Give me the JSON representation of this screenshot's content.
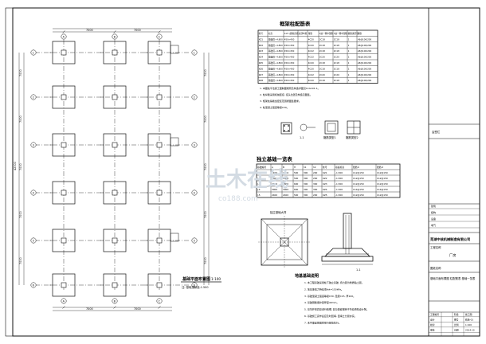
{
  "plan": {
    "title": "基础平面布置图",
    "scale": "1:100",
    "axes_vertical": [
      "1",
      "2",
      "3",
      "4",
      "5",
      "6",
      "7"
    ],
    "axes_horizontal": [
      "A",
      "B",
      "C",
      "D"
    ],
    "dim_top": [
      "7000",
      "7000",
      "7000"
    ],
    "dim_left": [
      "7000",
      "7000",
      "7000",
      "7000",
      "7000",
      "7000"
    ],
    "dim_total": "42000",
    "note": "注: 基础顶标高-1.500"
  },
  "column_table": {
    "title": "框架柱配筋表",
    "headers": [
      "柱号",
      "标高",
      "b×h (圆柱直径)",
      "全部纵筋",
      "角筋",
      "b边一侧中部筋",
      "h边一侧中部筋",
      "箍筋类型号",
      "箍筋"
    ],
    "rows": [
      [
        "KZ1",
        "基础顶~4.800",
        "450×450",
        "",
        "4C20",
        "2C18",
        "2C18",
        "1",
        "A8@100/200"
      ],
      [
        "KZ2",
        "基础顶~4.800",
        "450×450",
        "",
        "4C20",
        "2C18",
        "2C18",
        "1",
        "A8@100/200"
      ],
      [
        "KZ3",
        "基础顶~4.800",
        "450×450",
        "",
        "4C22",
        "2C18",
        "2C18",
        "1",
        "A8@100/200"
      ],
      [
        "KZ4",
        "基础顶~4.800",
        "450×450",
        "",
        "4C22",
        "2C20",
        "2C20",
        "1",
        "A8@100/200"
      ],
      [
        "KZ5",
        "基础顶~4.800",
        "450×450",
        "",
        "4C20",
        "2C18",
        "2C18",
        "1",
        "A8@100/200"
      ],
      [
        "KZ6",
        "基础顶~4.800",
        "450×450",
        "",
        "4C20",
        "2C18",
        "2C18",
        "1",
        "A8@100/200"
      ],
      [
        "KZ7",
        "基础顶~4.800",
        "450×450",
        "",
        "4C22",
        "2C20",
        "2C20",
        "1",
        "A8@100/200"
      ],
      [
        "KZ8",
        "基础顶~4.800",
        "450×450",
        "",
        "4C20",
        "2C18",
        "2C18",
        "1",
        "A8@100/200"
      ]
    ],
    "notes": [
      "1. 本图柱平法施工图制图规则及构造详图见11G101-1。",
      "2. 柱纵筋采用机械连接, 接头位置及构造见图集。",
      "3. 框架柱箍筋加密区范围按图集要求。",
      "4. 柱混凝土强度等级C30。"
    ]
  },
  "section_labels": [
    "1-1",
    "箍筋类型1",
    "箍筋类型2"
  ],
  "footing_table": {
    "title": "独立基础一览表",
    "headers": [
      "基础编号",
      "A",
      "B",
      "H",
      "h1",
      "h2",
      "柱号",
      "基底标高",
      "配筋①",
      "配筋②"
    ],
    "rows": [
      [
        "J-1",
        "2400",
        "2400",
        "500",
        "300",
        "200",
        "KZ1",
        "-1.500",
        "C12@150",
        "C12@150"
      ],
      [
        "J-2",
        "2600",
        "2600",
        "500",
        "300",
        "200",
        "KZ2",
        "-1.500",
        "C12@150",
        "C12@150"
      ],
      [
        "J-3",
        "2800",
        "2800",
        "600",
        "300",
        "300",
        "KZ3",
        "-1.500",
        "C12@150",
        "C12@150"
      ],
      [
        "J-4",
        "3000",
        "3000",
        "600",
        "300",
        "300",
        "KZ4",
        "-1.500",
        "C14@150",
        "C14@150"
      ],
      [
        "J-5",
        "2400",
        "2400",
        "500",
        "300",
        "200",
        "KZ5",
        "-1.500",
        "C12@150",
        "C12@150"
      ]
    ]
  },
  "footing_detail": {
    "plan_label": "独立基础大样",
    "section_label": "1-1",
    "notes_title": "地基基础说明",
    "notes": [
      "1. 本工程基础采用柱下独立基础, 持力层为粉质粘土层。",
      "2. 地基承载力特征值fak=150kPa。",
      "3. 基础混凝土强度等级C30, 垫层C15, 厚100。",
      "4. 基础钢筋保护层厚度40mm。",
      "5. 基坑开挖后应进行验槽, 如与勘察报告不符应通知设计院。",
      "6. 基础施工完毕后应及时回填, 回填土分层夯实。",
      "7. 未尽事宜按国家现行规范执行。"
    ]
  },
  "title_block": {
    "top_label": "会签栏",
    "rows_small": [
      "建筑",
      "结构",
      "设备",
      "电气"
    ],
    "company": "芜湖中核机械制造有限公司",
    "project_label": "工程名称",
    "project": "厂房",
    "drawing_label": "图纸名称",
    "drawing_title": "基础平面布置图 柱配筋表 基础一览表",
    "footer_rows": [
      [
        "工程编号",
        "",
        "阶段",
        "施工图"
      ],
      [
        "设计",
        "",
        "图号",
        "结施-01"
      ],
      [
        "校对",
        "",
        "比例",
        "1:100"
      ],
      [
        "审核",
        "",
        "日期",
        "2014.10"
      ]
    ]
  },
  "watermark": {
    "main": "土木在线",
    "sub": "co188.com"
  }
}
